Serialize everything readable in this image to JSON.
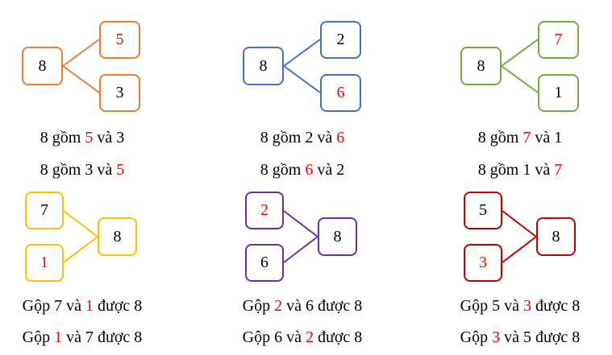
{
  "highlight_color": "#ff0000",
  "split_diagrams": [
    {
      "color": "#ed7d31",
      "whole": "8",
      "parts": [
        {
          "value": "5",
          "highlight": true
        },
        {
          "value": "3",
          "highlight": false
        }
      ],
      "sentences": [
        {
          "prefix": "8 gồm ",
          "first": "5",
          "first_hl": true,
          "mid": " và ",
          "second": "3",
          "second_hl": false,
          "suffix": ""
        },
        {
          "prefix": "8 gồm ",
          "first": "3",
          "first_hl": false,
          "mid": " và ",
          "second": "5",
          "second_hl": true,
          "suffix": ""
        }
      ]
    },
    {
      "color": "#4472c4",
      "whole": "8",
      "parts": [
        {
          "value": "2",
          "highlight": false
        },
        {
          "value": "6",
          "highlight": true
        }
      ],
      "sentences": [
        {
          "prefix": "8 gồm ",
          "first": "2",
          "first_hl": false,
          "mid": " và ",
          "second": "6",
          "second_hl": true,
          "suffix": ""
        },
        {
          "prefix": "8 gồm ",
          "first": "6",
          "first_hl": true,
          "mid": " và ",
          "second": "2",
          "second_hl": false,
          "suffix": ""
        }
      ]
    },
    {
      "color": "#70ad47",
      "whole": "8",
      "parts": [
        {
          "value": "7",
          "highlight": true
        },
        {
          "value": "1",
          "highlight": false
        }
      ],
      "sentences": [
        {
          "prefix": "8 gồm ",
          "first": "7",
          "first_hl": true,
          "mid": " và ",
          "second": "1",
          "second_hl": false,
          "suffix": ""
        },
        {
          "prefix": "8 gồm ",
          "first": "1",
          "first_hl": false,
          "mid": " và ",
          "second": "7",
          "second_hl": true,
          "suffix": ""
        }
      ]
    }
  ],
  "merge_diagrams": [
    {
      "color": "#ffc000",
      "whole": "8",
      "parts": [
        {
          "value": "7",
          "highlight": false
        },
        {
          "value": "1",
          "highlight": true
        }
      ],
      "sentences": [
        {
          "prefix": "Gộp ",
          "first": "7",
          "first_hl": false,
          "mid": " và ",
          "second": "1",
          "second_hl": true,
          "suffix": " được 8"
        },
        {
          "prefix": "Gộp ",
          "first": "1",
          "first_hl": true,
          "mid": " và ",
          "second": "7",
          "second_hl": false,
          "suffix": " được 8"
        }
      ]
    },
    {
      "color": "#7030a0",
      "whole": "8",
      "parts": [
        {
          "value": "2",
          "highlight": true
        },
        {
          "value": "6",
          "highlight": false
        }
      ],
      "sentences": [
        {
          "prefix": "Gộp ",
          "first": "2",
          "first_hl": true,
          "mid": " và ",
          "second": "6",
          "second_hl": false,
          "suffix": " được 8"
        },
        {
          "prefix": "Gộp ",
          "first": "6",
          "first_hl": false,
          "mid": " và ",
          "second": "2",
          "second_hl": true,
          "suffix": " được 8"
        }
      ]
    },
    {
      "color": "#c00000",
      "whole": "8",
      "parts": [
        {
          "value": "5",
          "highlight": false
        },
        {
          "value": "3",
          "highlight": true
        }
      ],
      "sentences": [
        {
          "prefix": "Gộp ",
          "first": "5",
          "first_hl": false,
          "mid": " và ",
          "second": "3",
          "second_hl": true,
          "suffix": " được 8"
        },
        {
          "prefix": "Gộp ",
          "first": "3",
          "first_hl": true,
          "mid": " và ",
          "second": "5",
          "second_hl": false,
          "suffix": " được 8"
        }
      ]
    }
  ]
}
